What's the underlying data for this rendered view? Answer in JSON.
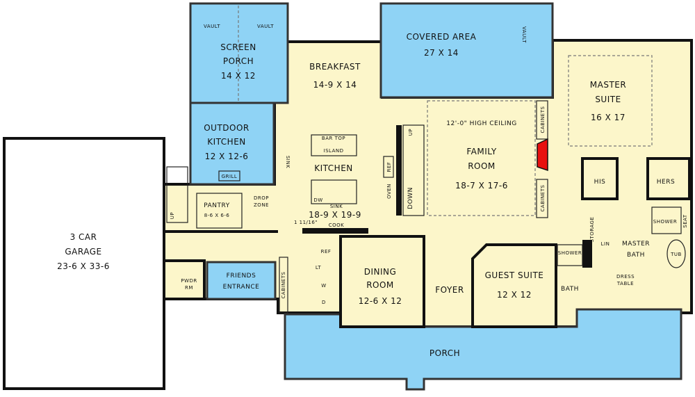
{
  "colors": {
    "interior": "#FCF6CA",
    "outdoor": "#8FD3F5",
    "fireplace": "#E8110F",
    "wall": "#111111"
  },
  "rooms": {
    "screen_porch": {
      "name1": "SCREEN",
      "name2": "PORCH",
      "size": "14 X 12",
      "vault_left": "VAULT",
      "vault_right": "VAULT"
    },
    "outdoor_kitchen": {
      "name1": "OUTDOOR",
      "name2": "KITCHEN",
      "size": "12 X 12-6",
      "grill": "GRILL"
    },
    "breakfast": {
      "name": "BREAKFAST",
      "size": "14-9 X 14"
    },
    "covered_area": {
      "name": "COVERED AREA",
      "size": "27 X 14",
      "vault": "VAULT"
    },
    "master_suite": {
      "name1": "MASTER",
      "name2": "SUITE",
      "size": "16 X 17"
    },
    "family_room": {
      "ceiling": "12'-0\" HIGH CEILING",
      "name1": "FAMILY",
      "name2": "ROOM",
      "size": "18-7 X 17-6",
      "cabinets_top": "CABINETS",
      "cabinets_bottom": "CABINETS"
    },
    "kitchen": {
      "name": "KITCHEN",
      "size": "18-9 X 19-9",
      "bar_top": "BAR TOP",
      "island": "ISLAND",
      "sink": "SINK",
      "sink2": "SINK",
      "dw": "DW",
      "cook": "COOK",
      "ref": "REF",
      "oven": "OVEN",
      "dim": "1 11/16\""
    },
    "stairs": {
      "up": "UP",
      "down": "DOWN",
      "garage_up": "UP"
    },
    "garage": {
      "name1": "3 CAR",
      "name2": "GARAGE",
      "size": "23-6 X 33-6"
    },
    "pantry": {
      "name": "PANTRY",
      "size": "8-6 X 6-6"
    },
    "drop_zone": {
      "name1": "DROP",
      "name2": "ZONE"
    },
    "powder_room": {
      "name1": "PWDR",
      "name2": "RM"
    },
    "friends_entrance": {
      "name1": "FRIENDS",
      "name2": "ENTRANCE"
    },
    "mudroom": {
      "cabinets": "CABINETS",
      "ref": "REF",
      "lt": "LT",
      "w": "W",
      "d": "D"
    },
    "dining_room": {
      "name1": "DINING",
      "name2": "ROOM",
      "size": "12-6 X 12"
    },
    "foyer": {
      "name": "FOYER"
    },
    "guest_suite": {
      "name": "GUEST SUITE",
      "size": "12 X 12"
    },
    "guest_bath": {
      "name": "BATH",
      "shower": "SHOWER"
    },
    "master_bath": {
      "name1": "MASTER",
      "name2": "BATH",
      "his": "HIS",
      "hers": "HERS",
      "storage": "STORAGE",
      "lin": "LIN",
      "shower": "SHOWER",
      "seat": "SEAT",
      "tub": "TUB",
      "dress1": "DRESS",
      "dress2": "TABLE"
    },
    "porch": {
      "name": "PORCH"
    }
  }
}
